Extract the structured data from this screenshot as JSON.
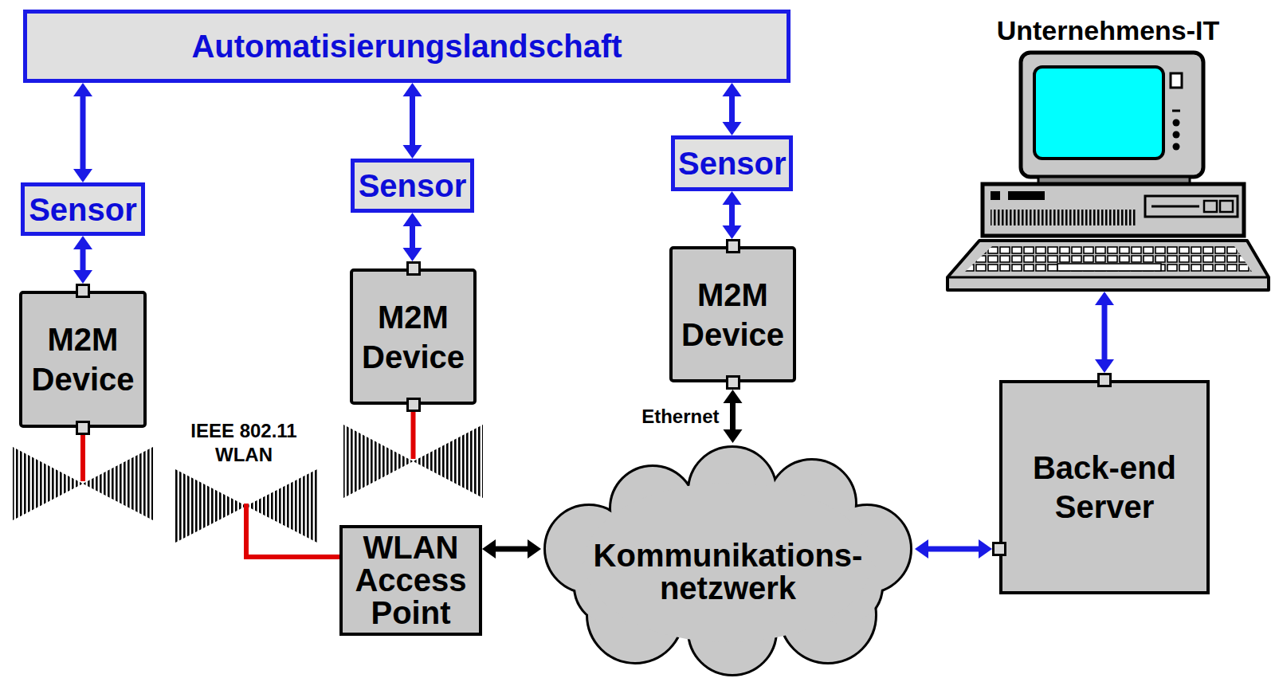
{
  "diagram": {
    "nodes": [
      {
        "text": [
          "Automatisierungslandschaft"
        ]
      },
      {
        "text": [
          "Unternehmens-IT"
        ]
      },
      {
        "text": [
          "Sensor"
        ]
      },
      {
        "text": [
          "Sensor"
        ]
      },
      {
        "text": [
          "Sensor"
        ]
      },
      {
        "text": [
          "M2M Device"
        ]
      },
      {
        "text": [
          "M2M Device"
        ]
      },
      {
        "text": [
          "M2M Device"
        ]
      },
      {
        "text": [
          "WLAN Access Point"
        ]
      },
      {
        "text": [
          "Kommunikations- netzwerk"
        ]
      },
      {
        "text": [
          "Back-end Server"
        ]
      }
    ],
    "edges": [
      {
        "from": 0,
        "to": 2,
        "arrow": "both"
      },
      {
        "from": 0,
        "to": 3,
        "arrow": "both"
      },
      {
        "from": 0,
        "to": 4,
        "arrow": "both"
      },
      {
        "from": 2,
        "to": 5,
        "arrow": "both"
      },
      {
        "from": 3,
        "to": 6,
        "arrow": "both"
      },
      {
        "from": 4,
        "to": 7,
        "arrow": "both"
      },
      {
        "from": 7,
        "to": 9,
        "arrow": "both",
        "label": "Ethernet"
      },
      {
        "from": 8,
        "to": 9,
        "arrow": "both"
      },
      {
        "from": 9,
        "to": 10,
        "arrow": "both"
      },
      {
        "from": 1,
        "to": 10,
        "arrow": "both"
      }
    ],
    "labels": [
      "IEEE 802.11 WLAN"
    ]
  }
}
